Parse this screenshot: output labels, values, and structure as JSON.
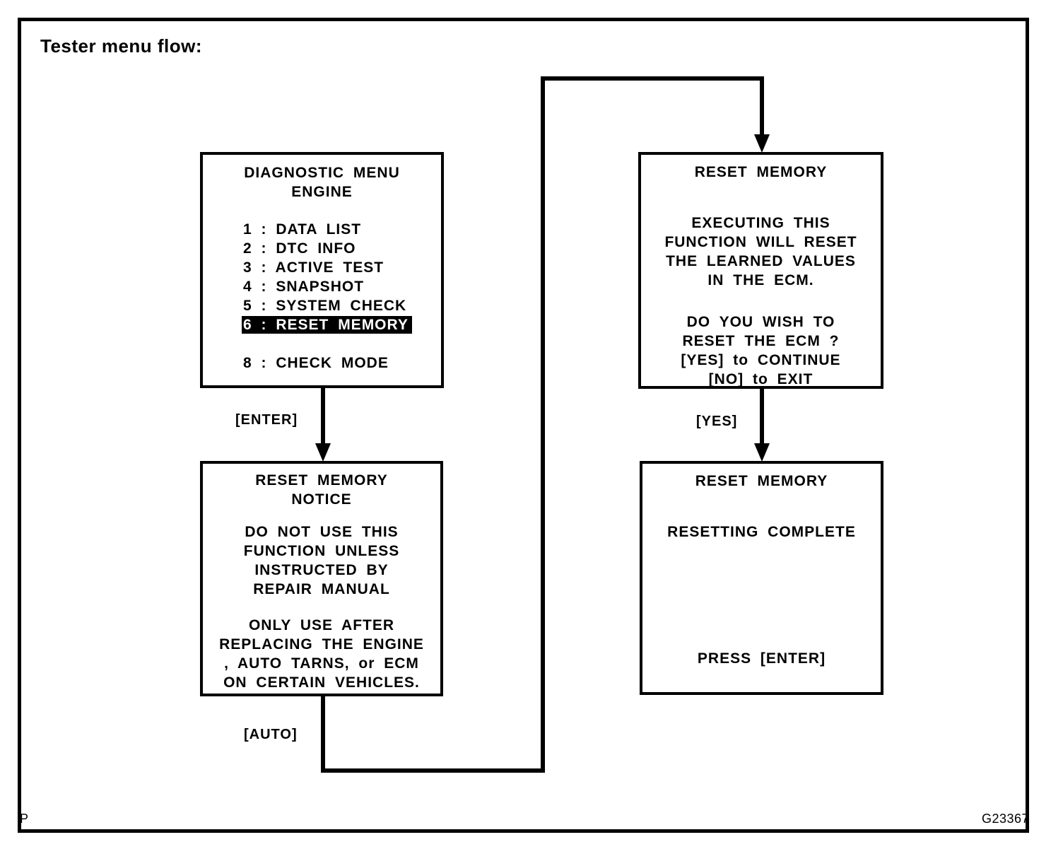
{
  "page": {
    "title": "Tester menu flow:"
  },
  "footer": {
    "page_marker": "P",
    "figure_id": "G23367"
  },
  "colors": {
    "foreground": "#000000",
    "background": "#ffffff",
    "highlight_bg": "#000000",
    "highlight_text": "#ffffff"
  },
  "flow": {
    "diagnostic_menu": {
      "title_line1": "DIAGNOSTIC MENU",
      "title_line2": "ENGINE",
      "items": [
        {
          "label": "1 : DATA LIST",
          "highlighted": false
        },
        {
          "label": "2 : DTC INFO",
          "highlighted": false
        },
        {
          "label": "3 : ACTIVE TEST",
          "highlighted": false
        },
        {
          "label": "4 : SNAPSHOT",
          "highlighted": false
        },
        {
          "label": "5 : SYSTEM CHECK",
          "highlighted": false
        },
        {
          "label": "6 : RESET MEMORY",
          "highlighted": true
        },
        {
          "label": "8 : CHECK MODE",
          "highlighted": false
        }
      ]
    },
    "reset_notice": {
      "title_line1": "RESET MEMORY",
      "title_line2": "NOTICE",
      "para1": [
        "DO NOT USE THIS",
        "FUNCTION UNLESS",
        "INSTRUCTED BY",
        "REPAIR MANUAL"
      ],
      "para2": [
        "ONLY USE AFTER",
        "REPLACING THE ENGINE",
        ", AUTO TARNS, or ECM",
        "ON CERTAIN VEHICLES."
      ]
    },
    "reset_confirm": {
      "title": "RESET MEMORY",
      "para1": [
        "EXECUTING THIS",
        "FUNCTION WILL RESET",
        "THE LEARNED VALUES",
        "IN THE ECM."
      ],
      "para2": [
        "DO YOU WISH TO",
        "RESET THE ECM ?",
        "[YES] to CONTINUE",
        "[NO] to EXIT"
      ]
    },
    "reset_complete": {
      "title": "RESET MEMORY",
      "status": "RESETTING COMPLETE",
      "prompt": "PRESS [ENTER]"
    },
    "edges": {
      "enter_label": "[ENTER]",
      "auto_label": "[AUTO]",
      "yes_label": "[YES]"
    }
  }
}
